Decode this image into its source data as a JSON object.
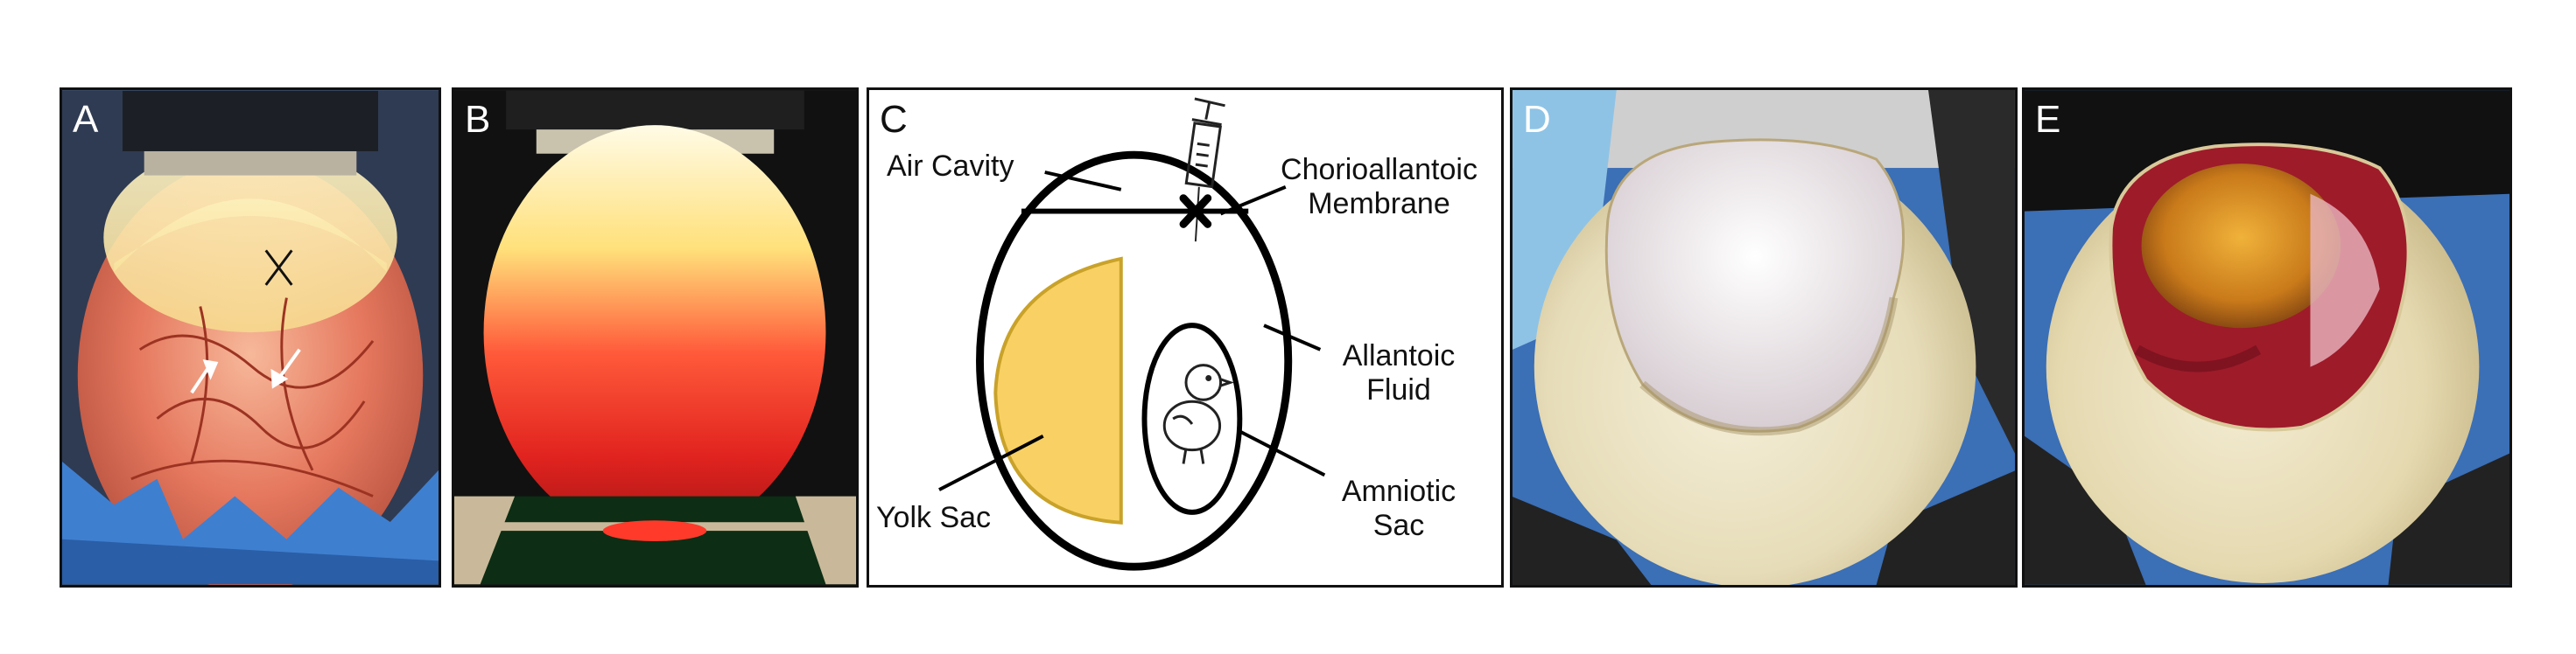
{
  "panels": {
    "a": {
      "label": "A"
    },
    "b": {
      "label": "B"
    },
    "c": {
      "label": "C"
    },
    "d": {
      "label": "D"
    },
    "e": {
      "label": "E"
    }
  },
  "diagram": {
    "air_cavity": "Air Cavity",
    "cam_line1": "Chorioallantoic",
    "cam_line2": "Membrane",
    "allantoic_line1": "Allantoic",
    "allantoic_line2": "Fluid",
    "amniotic_line1": "Amniotic",
    "amniotic_line2": "Sac",
    "yolk_sac": "Yolk Sac"
  },
  "colors": {
    "yolk": "#F9D063",
    "yolk_edge": "#C9A22A",
    "egg_glow": "#F2563A",
    "tray_blue": "#3F7FD0"
  }
}
